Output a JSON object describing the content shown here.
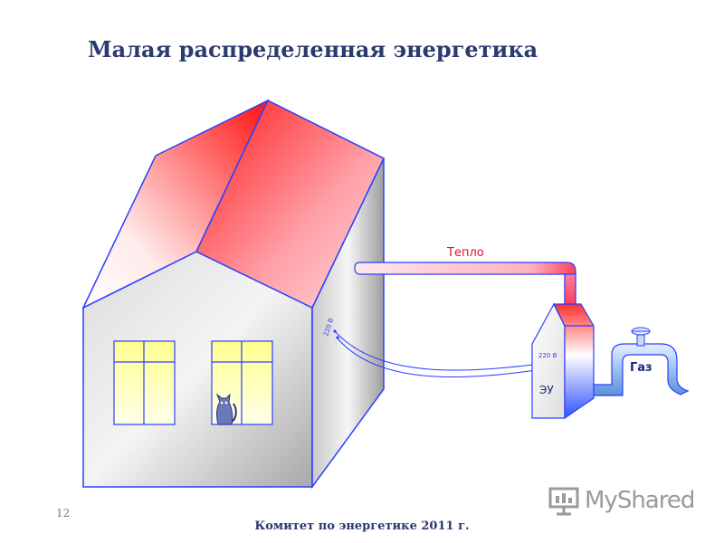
{
  "header": {
    "title": "Малая распределенная энергетика"
  },
  "diagram": {
    "heat_label": "Тепло",
    "unit_label": "ЭУ",
    "gas_label": "Газ",
    "house_voltage_label": "220 В",
    "unit_voltage_label": "220 В"
  },
  "footer": {
    "page_number": "12",
    "text": "Комитет по энергетике 2011 г."
  },
  "watermark": {
    "text": "MyShared"
  },
  "colors": {
    "title": "#2b3a6f",
    "roof_red": "#ff2020",
    "outline_blue": "#2a3fff",
    "window_yellow": "#ffffc0",
    "gas_pipe": "#a8c8f0"
  }
}
